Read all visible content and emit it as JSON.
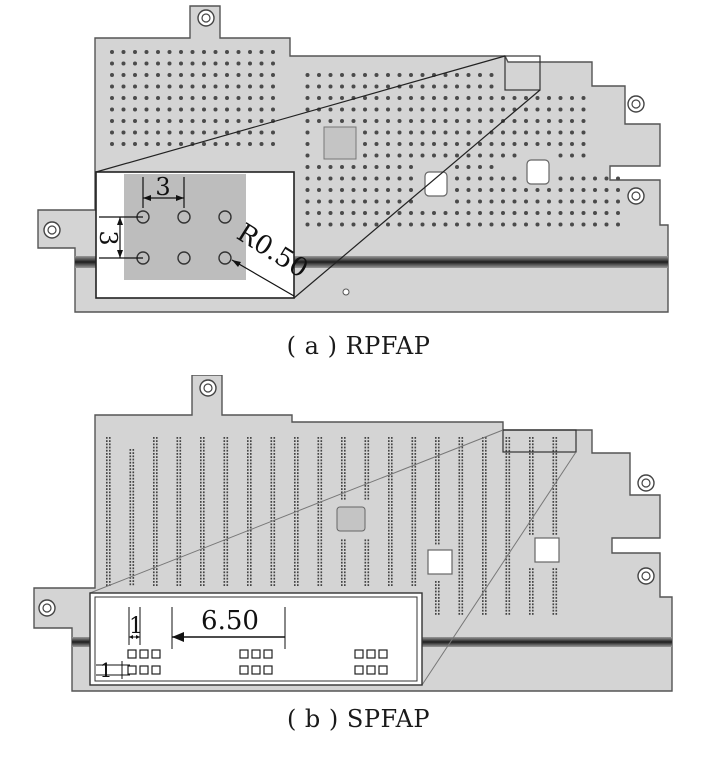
{
  "panel_a": {
    "caption": "( a ) RPFAP",
    "dim_pitch_x": "3",
    "dim_pitch_y": "3",
    "dim_radius": "R0.50"
  },
  "panel_b": {
    "caption": "( b ) SPFAP",
    "dim_slot_width": "1",
    "dim_slot_gap": "6.50",
    "dim_slot_height": "1"
  },
  "colors": {
    "plate_fill": "#d4d4d4",
    "plate_stroke": "#555555",
    "hole_fill": "#444444",
    "rail_fill": "#2a2a2a",
    "inset_fill": "#bdbdbd"
  }
}
